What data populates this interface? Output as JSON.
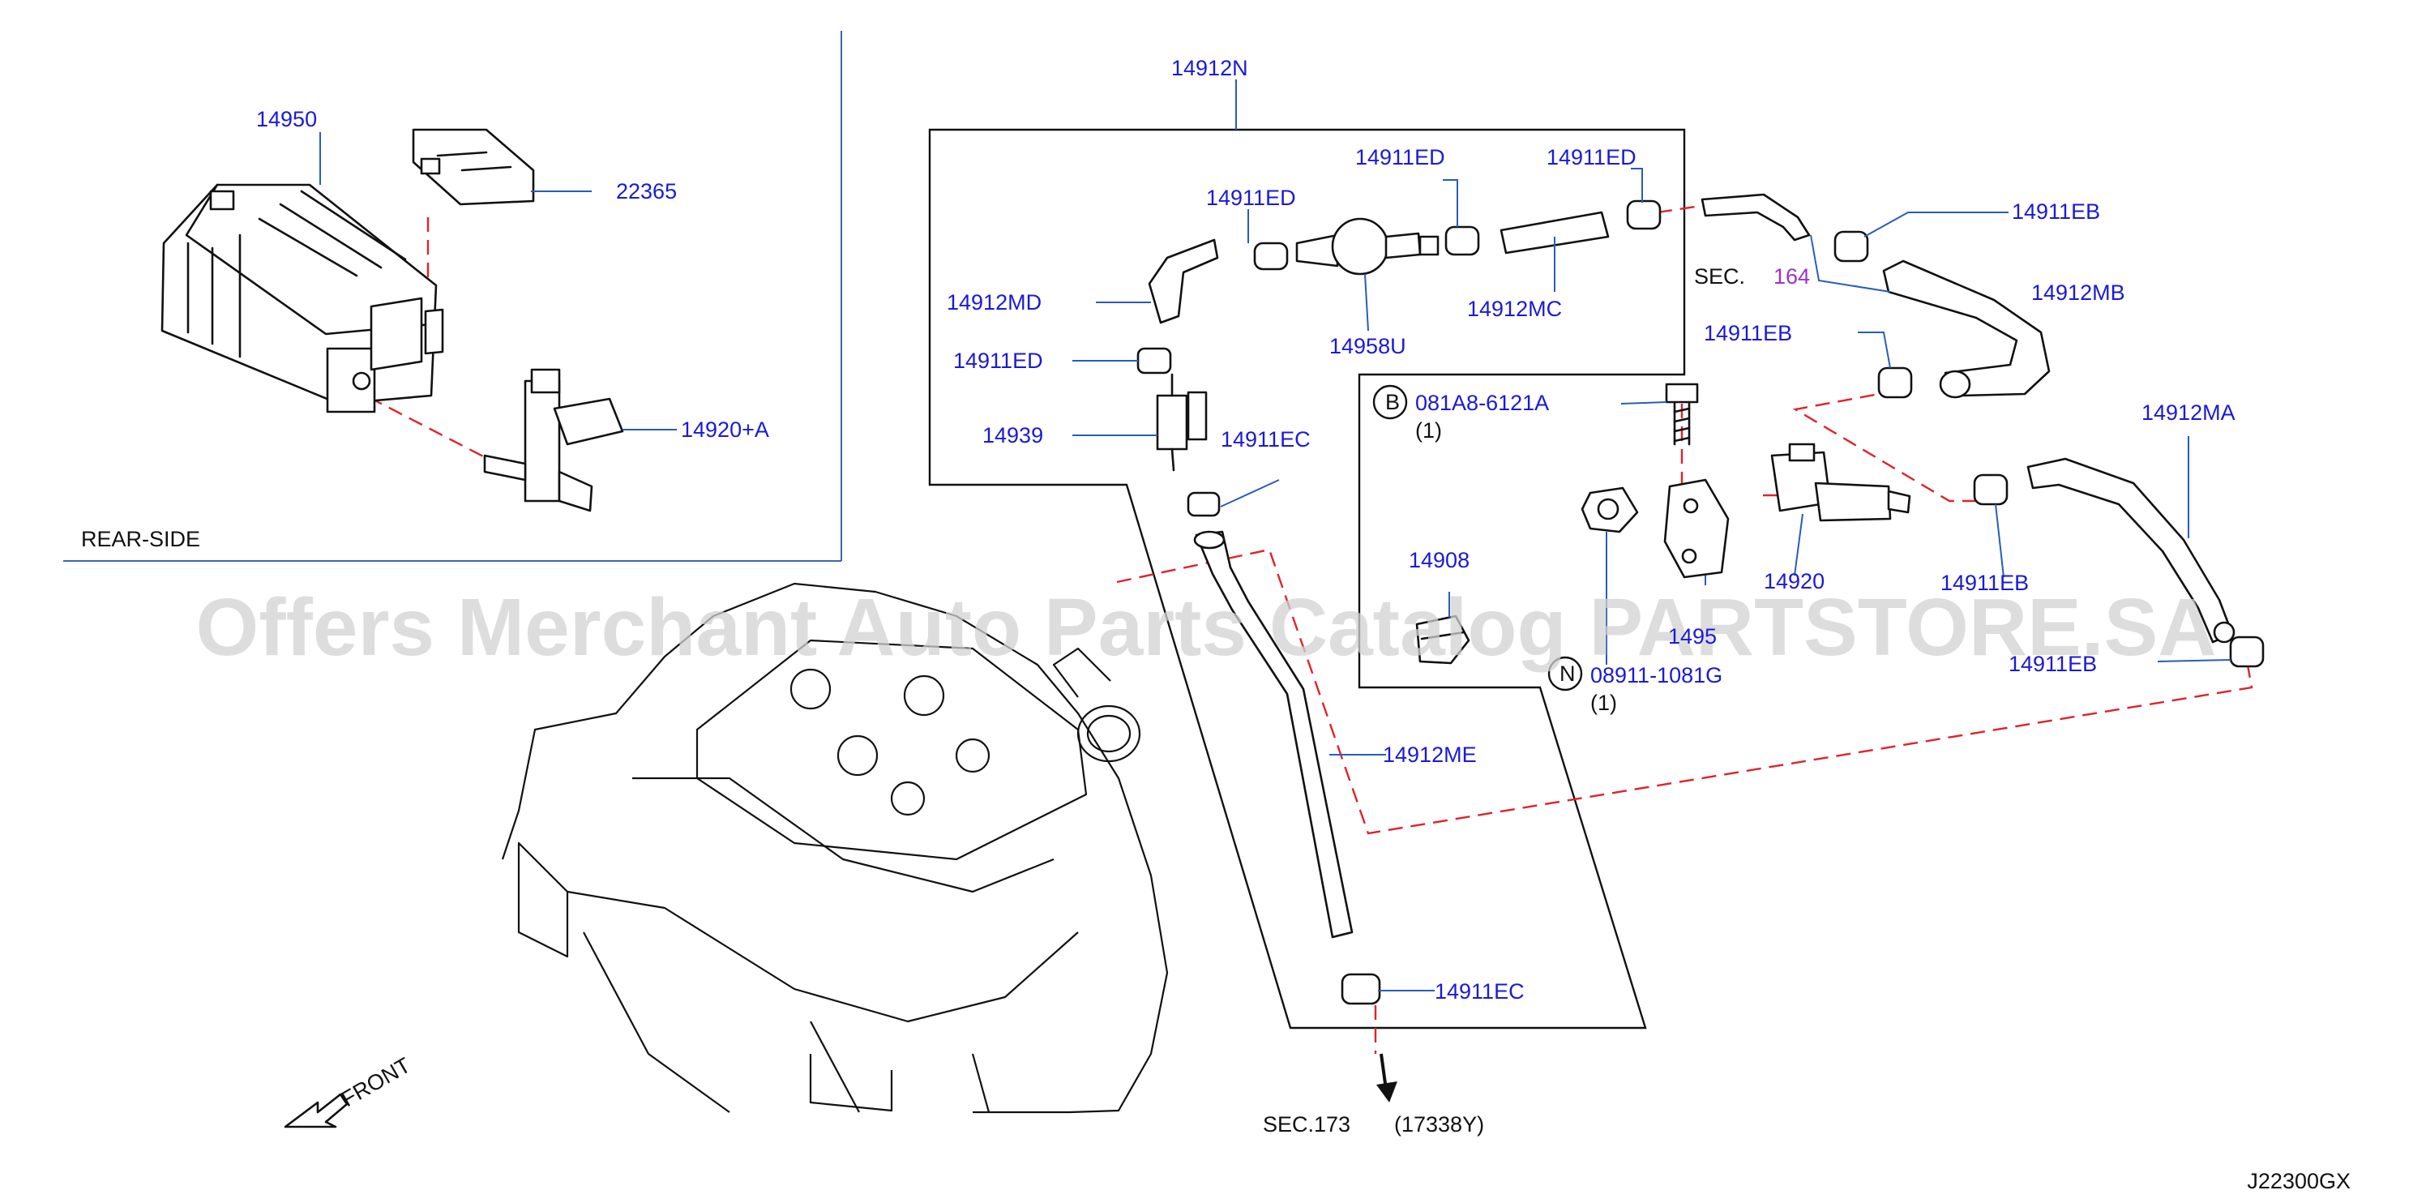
{
  "colors": {
    "part_label": "#1a1ad6",
    "section_ref": "#9a33cc",
    "leader": "#2a5cb8",
    "dashed_ref": "#e0222a",
    "watermark": "#d2d2d2",
    "ink": "#111111"
  },
  "inset": {
    "title": "REAR-SIDE"
  },
  "watermark": "Offers Merchant Auto Parts Catalog PARTSTORE.SA",
  "diagram_code": "J22300GX",
  "front_label": "FRONT",
  "markers": {
    "b": "B",
    "n": "N"
  },
  "sec164": {
    "prefix": "SEC.",
    "num": "164"
  },
  "sec173": {
    "prefix": "SEC.173",
    "ref": "(17338Y)"
  },
  "labels": {
    "p14950": "14950",
    "p22365": "22365",
    "p14920a": "14920+A",
    "p14912n": "14912N",
    "p14911ed_1": "14911ED",
    "p14911ed_2": "14911ED",
    "p14911ed_3": "14911ED",
    "p14911ed_4": "14911ED",
    "p14912md": "14912MD",
    "p14958u": "14958U",
    "p14912mc": "14912MC",
    "p14939": "14939",
    "p14911ec_1": "14911EC",
    "p14911ec_2": "14911EC",
    "p14912me": "14912ME",
    "p14911eb_1": "14911EB",
    "p14911eb_2": "14911EB",
    "p14911eb_3": "14911EB",
    "p14911eb_4": "14911EB",
    "p14912mb": "14912MB",
    "p14912ma": "14912MA",
    "p081a8": "081A8-6121A",
    "q081a8": "(1)",
    "p14908": "14908",
    "p14920": "14920",
    "p14957": "1495",
    "p08911": "08911-1081G",
    "q08911": "(1)"
  }
}
